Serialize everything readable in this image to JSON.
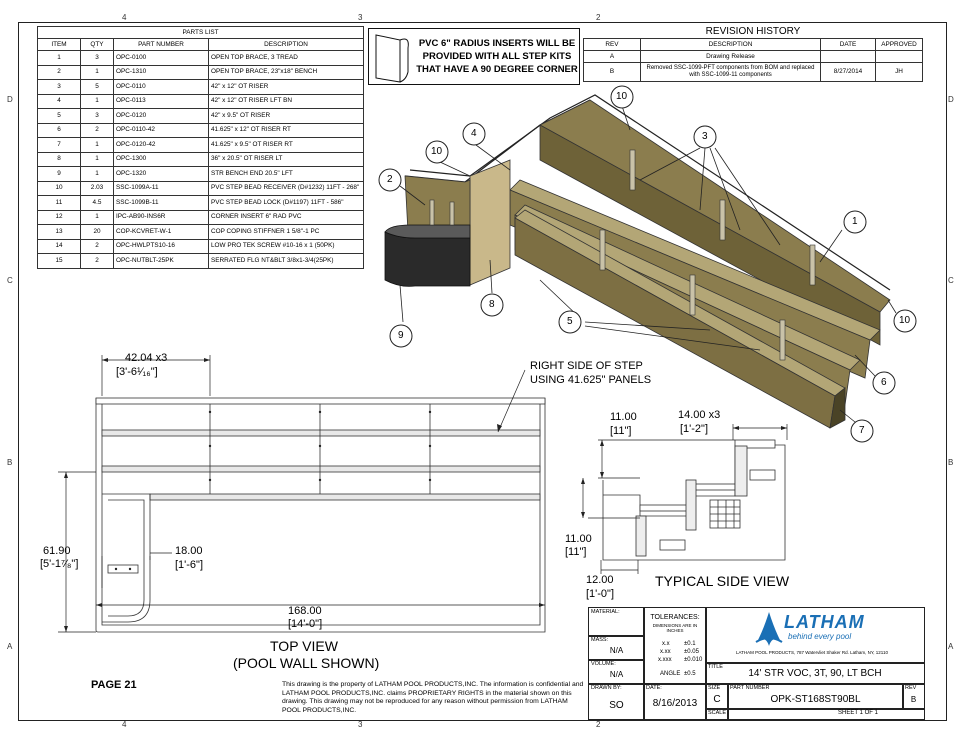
{
  "zones": {
    "top": [
      "4",
      "3",
      "2"
    ],
    "bottom": [
      "4",
      "3",
      "2"
    ],
    "left": [
      "D",
      "C",
      "B",
      "A"
    ],
    "right": [
      "D",
      "C",
      "B",
      "A"
    ]
  },
  "parts_list": {
    "title": "PARTS LIST",
    "headers": [
      "ITEM",
      "QTY",
      "PART NUMBER",
      "DESCRIPTION"
    ],
    "rows": [
      [
        "1",
        "3",
        "OPC-0100",
        "OPEN TOP BRACE, 3 TREAD"
      ],
      [
        "2",
        "1",
        "OPC-1310",
        "OPEN TOP BRACE, 23\"x18\" BENCH"
      ],
      [
        "3",
        "5",
        "OPC-0110",
        "42\" x 12\" OT RISER"
      ],
      [
        "4",
        "1",
        "OPC-0113",
        "42\" x 12\" OT RISER LFT BN"
      ],
      [
        "5",
        "3",
        "OPC-0120",
        "42\" x 9.5\" OT RISER"
      ],
      [
        "6",
        "2",
        "OPC-0110-42",
        "41.625\" x 12\" OT RISER RT"
      ],
      [
        "7",
        "1",
        "OPC-0120-42",
        "41.625\" x 9.5\" OT RISER RT"
      ],
      [
        "8",
        "1",
        "OPC-1300",
        "36\" x 20.5\" OT RISER LT"
      ],
      [
        "9",
        "1",
        "OPC-1320",
        "STR BENCH END 20.5\" LFT"
      ],
      [
        "10",
        "2.03",
        "SSC-1099A-11",
        "PVC STEP BEAD RECEIVER (D#1232) 11FT - 268\""
      ],
      [
        "11",
        "4.5",
        "SSC-1099B-11",
        "PVC STEP BEAD LOCK (D#1197) 11FT - 586\""
      ],
      [
        "12",
        "1",
        "IPC-AB90-INS6R",
        "CORNER INSERT 6\" RAD PVC"
      ],
      [
        "13",
        "20",
        "COP-KCVRET-W-1",
        "COP COPING STIFFNER 1 5/8\"-1 PC"
      ],
      [
        "14",
        "2",
        "OPC-HWLPTS10-16",
        "LOW PRO TEK SCREW #10-16 x 1 (50PK)"
      ],
      [
        "15",
        "2",
        "OPC-NUTBLT-25PK",
        "SERRATED FLG NT&BLT 3/8x1-3/4(25PK)"
      ]
    ]
  },
  "note": "PVC 6\" RADIUS INSERTS WILL BE PROVIDED WITH ALL STEP KITS THAT HAVE A 90 DEGREE CORNER",
  "revision": {
    "title": "REVISION HISTORY",
    "headers": [
      "REV",
      "DESCRIPTION",
      "DATE",
      "APPROVED"
    ],
    "rows": [
      [
        "A",
        "Drawing Release",
        "",
        ""
      ],
      [
        "B",
        "Removed SSC-1099-PFT components from BOM and replaced with SSC-1099-11 components",
        "8/27/2014",
        "JH"
      ]
    ]
  },
  "balloons": {
    "b10a": "10",
    "b3": "3",
    "b4": "4",
    "b10b": "10",
    "b2": "2",
    "b1": "1",
    "b8": "8",
    "b9": "9",
    "b5": "5",
    "b10c": "10",
    "b6": "6",
    "b7": "7"
  },
  "top_view": {
    "dim_width": "42.04",
    "dim_width_x": "x3",
    "dim_width_ft": "[3'-6¹⁄₁₆\"]",
    "dim_depth": "61.90",
    "dim_depth_ft": "[5'-1⁷⁄₈\"]",
    "dim_bench": "18.00",
    "dim_bench_ft": "[1'-6\"]",
    "dim_length": "168.00",
    "dim_length_ft": "[14'-0\"]",
    "label": "TOP VIEW",
    "sublabel": "(POOL WALL SHOWN)",
    "note_line1": "RIGHT SIDE OF STEP",
    "note_line2": "USING 41.625\" PANELS"
  },
  "side_view": {
    "dim_riser": "11.00",
    "dim_riser_ft": "[11\"]",
    "dim_tread": "14.00",
    "dim_tread_x": "x3",
    "dim_tread_ft": "[1'-2\"]",
    "dim_riser2": "11.00",
    "dim_riser2_ft": "[11\"]",
    "dim_bottom": "12.00",
    "dim_bottom_ft": "[1'-0\"]",
    "label": "TYPICAL SIDE VIEW"
  },
  "page": "PAGE 21",
  "proprietary": "This drawing is the property of LATHAM POOL PRODUCTS,INC. The information is confidential and LATHAM POOL PRODUCTS,INC. claims PROPRIETARY RIGHTS in the material shown on this drawing. This drawing may not be reproduced for any reason without permission from LATHAM POOL PRODUCTS,INC.",
  "title_block": {
    "material_lbl": "MATERIAL:",
    "tolerances": "TOLERANCES:",
    "tol_sub": "DIMENSIONS ARE IN INCHES",
    "tol_xx": "x.x",
    "tol_xx_v": "±0.1",
    "tol_xxx": "x.xx",
    "tol_xxx_v": "±0.05",
    "tol_xxxx": "x.xxx",
    "tol_xxxx_v": "±0.010",
    "angle": "ANGLE",
    "angle_v": "±0.5",
    "mass_lbl": "MASS:",
    "mass": "N/A",
    "volume_lbl": "VOLUME:",
    "volume": "N/A",
    "drawn_lbl": "DRAWN BY:",
    "drawn": "SO",
    "date_lbl": "DATE:",
    "date": "8/16/2013",
    "size_lbl": "SIZE",
    "size": "C",
    "scale_lbl": "SCALE",
    "title_lbl": "TITLE",
    "title": "14' STR VOC, 3T, 90, LT BCH",
    "part_lbl": "PART NUMBER",
    "part": "OPK-ST168ST90BL",
    "rev_lbl": "REV",
    "rev": "B",
    "sheet": "SHEET 1  OF 1",
    "logo": "LATHAM",
    "tagline": "behind every pool",
    "address": "LATHAM POOL PRODUCTS, 787 Watervliet Shaker Rd. Latham, NY, 12110"
  },
  "colors": {
    "riser": "#8b7d4e",
    "riser_dark": "#4a4326",
    "riser_light": "#b3a676",
    "bench_end": "#2a2a2a",
    "panel_tan": "#c9b88a",
    "logo_blue": "#1a6fb5"
  }
}
